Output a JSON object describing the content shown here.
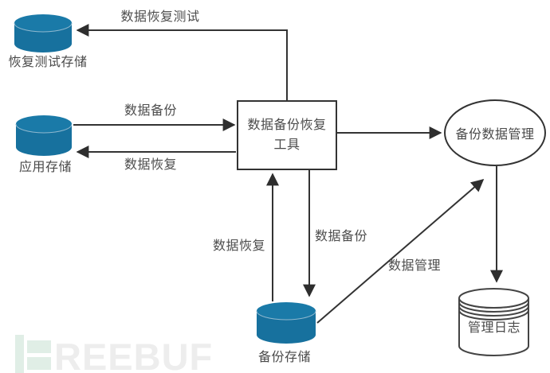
{
  "diagram": {
    "nodes": {
      "recovery_test_storage": {
        "label": "恢复测试存储"
      },
      "app_storage": {
        "label": "应用存储"
      },
      "backup_tool": {
        "line1": "数据备份恢复",
        "line2": "工具"
      },
      "backup_data_mgmt": {
        "label": "备份数据管理"
      },
      "backup_storage": {
        "label": "备份存储"
      },
      "mgmt_log": {
        "label": "管理日志"
      }
    },
    "edges": {
      "recovery_test": {
        "label": "数据恢复测试"
      },
      "backup_from_app": {
        "label": "数据备份"
      },
      "recover_to_app": {
        "label": "数据恢复"
      },
      "recover_from_backup": {
        "label": "数据恢复"
      },
      "backup_to_storage": {
        "label": "数据备份"
      },
      "data_mgmt": {
        "label": "数据管理"
      }
    },
    "colors": {
      "cylinder_fill": "#17719e",
      "cylinder_top": "#1a7aa8",
      "cylinder_highlight": "#8fb8cf",
      "line": "#333333",
      "text": "#4d4d4d"
    }
  },
  "watermark": {
    "text": "REEBUF"
  }
}
